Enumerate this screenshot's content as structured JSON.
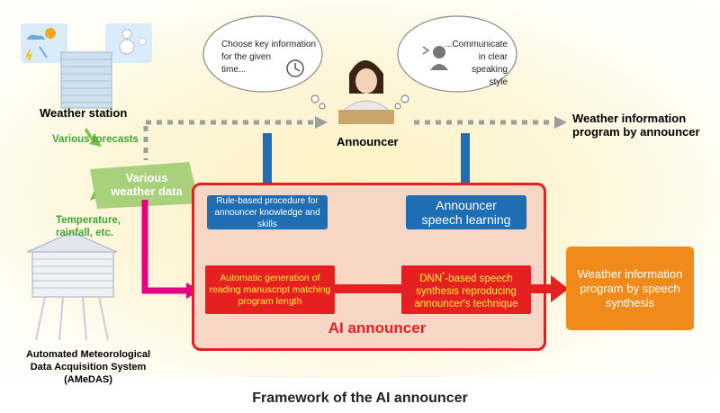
{
  "weather_station": {
    "label": "Weather station"
  },
  "various_forecasts": "Various forecasts",
  "various_weather_data": {
    "line1": "Various",
    "line2": "weather data"
  },
  "temperature": {
    "line1": "Temperature,",
    "line2": "rainfall, etc."
  },
  "amedas": {
    "line1": "Automated Meteorological",
    "line2": "Data Acquisition System (AMeDAS)"
  },
  "announcer": {
    "label": "Announcer"
  },
  "thought_left": {
    "line1": "Choose key information",
    "line2": "for the given",
    "line3": "time..."
  },
  "thought_right": {
    "line1": "...Communicate",
    "line2": "in clear speaking",
    "line3": "style"
  },
  "weather_program_announcer": {
    "line1": "Weather information",
    "line2": "program by announcer"
  },
  "rule_box": {
    "line1": "Rule-based procedure for",
    "line2": "announcer knowledge and skills"
  },
  "speech_learning": {
    "line1": "Announcer",
    "line2": "speech learning"
  },
  "manuscript_box": {
    "line1": "Automatic generation of",
    "line2": "reading manuscript matching",
    "line3": "program length"
  },
  "dnn_box": {
    "line1_prefix": "DNN",
    "line1_sup": "*",
    "line1_suffix": "-based speech",
    "line2": "synthesis reproducing",
    "line3": "announcer's technique"
  },
  "ai_announcer": "AI announcer",
  "speech_program": {
    "line1": "Weather information",
    "line2": "program by speech",
    "line3": "synthesis"
  },
  "caption": "Framework of the AI announcer",
  "colors": {
    "blue": "#1f6db3",
    "red": "#e62020",
    "green": "#7ac143",
    "orange": "#f08a1b",
    "magenta": "#e4007f",
    "gray": "#9e9e9e"
  }
}
